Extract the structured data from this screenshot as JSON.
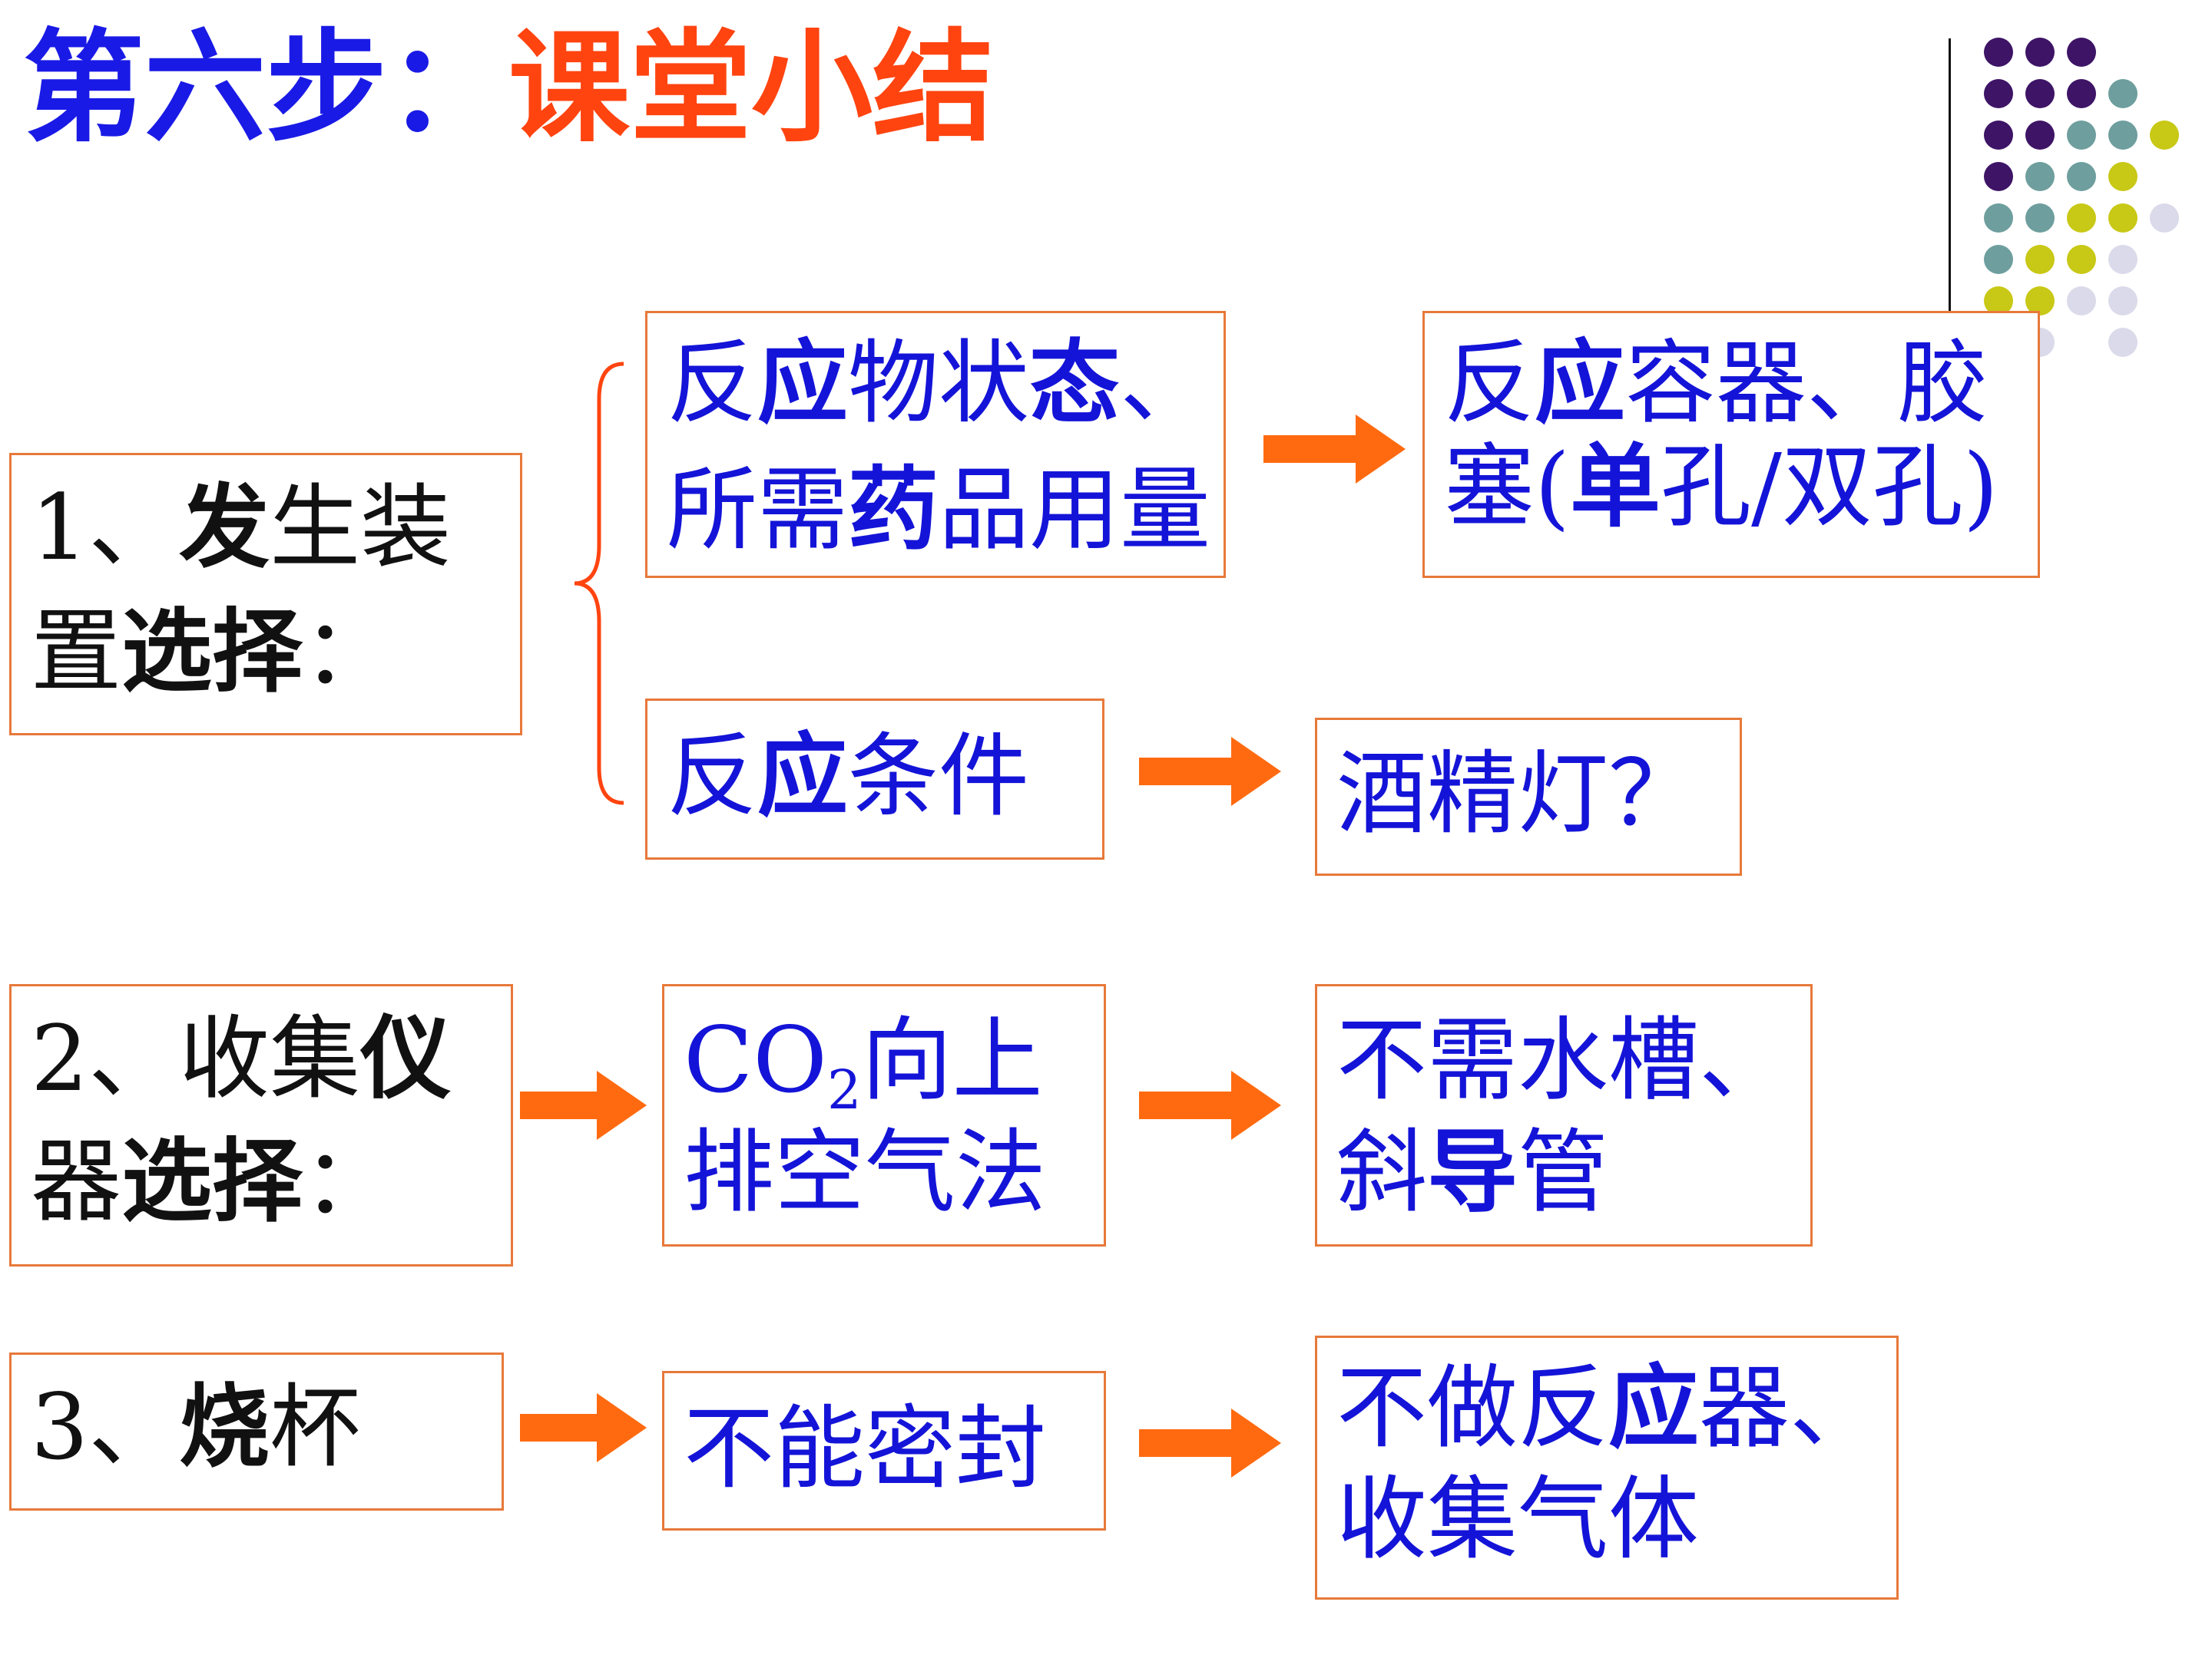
{
  "title": {
    "step": "第六步：",
    "topic": "课堂小结"
  },
  "colors": {
    "title_blue": "#1a1ae6",
    "title_orange": "#ff4410",
    "box_border": "#e7793a",
    "arrow": "#ff6a10",
    "text_blue": "#1414d8",
    "dot_purple": "#3d1466",
    "dot_teal": "#6e9e9e",
    "dot_yellow": "#c8c816",
    "dot_lavender": "#dadaea"
  },
  "section1": {
    "label_prefix": "1、",
    "label_bold1": "发",
    "label_part2": "生装",
    "label_line2_a": "置",
    "label_line2_b": "选择",
    "label_line2_c": "：",
    "branch_a": {
      "l1_a": "反",
      "l1_b": "应",
      "l1_c": "物状",
      "l1_d": "态",
      "l1_e": "、",
      "l2_a": "所需",
      "l2_b": "药",
      "l2_c": "品用量"
    },
    "result_a": {
      "l1_a": "反",
      "l1_b": "应",
      "l1_c": "容器、胶",
      "l2_a": "塞(",
      "l2_b": "单",
      "l2_c": "孔/双孔)"
    },
    "branch_b": {
      "a": "反",
      "b": "应",
      "c": "条件"
    },
    "result_b": "酒精灯？"
  },
  "section2": {
    "label_l1_a": "2、收集",
    "label_l1_b": "仪",
    "label_l2_a": "器",
    "label_l2_b": "选择",
    "label_l2_c": "：",
    "method_co": "CO",
    "method_sub": "2",
    "method_l1": "向上",
    "method_l2": "排空气法",
    "result_l1": "不需水槽、",
    "result_l2_a": "斜",
    "result_l2_b": "导",
    "result_l2_c": "管"
  },
  "section3": {
    "label_a": "3、",
    "label_b": "烧",
    "label_c": "杯",
    "middle": "不能密封",
    "result_l1_a": "不做反",
    "result_l1_b": "应",
    "result_l1_c": "器、",
    "result_l2": "收集气体"
  }
}
